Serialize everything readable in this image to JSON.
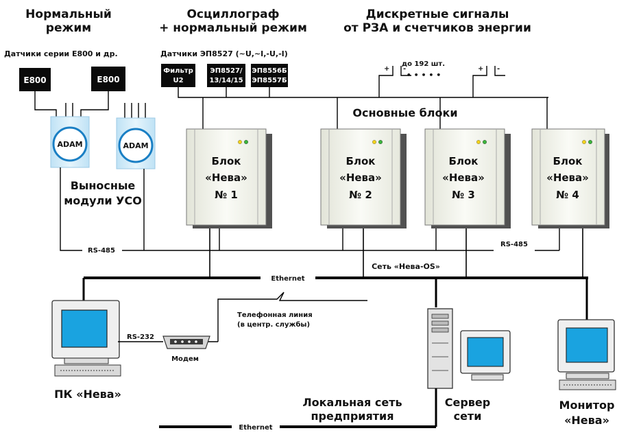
{
  "headers": {
    "normal_1": "Нормальный",
    "normal_2": "режим",
    "osc_1": "Осциллограф",
    "osc_2": "+ нормальный режим",
    "disc_1": "Дискретные сигналы",
    "disc_2": "от РЗА и счетчиков энергии"
  },
  "sensors": {
    "e800_series": "Датчики серии  Е800  и  др.",
    "e800_left": "E800",
    "e800_right": "E800",
    "ep_label": "Датчики    ЭП8527  (~U,~I,-U,-I)",
    "filter_1": "Фильтр",
    "filter_2": "U2",
    "ep8527_1": "ЭП8527/",
    "ep8527_2": "13/14/15",
    "ep855_1": "ЭП8556Б",
    "ep855_2": "ЭП8557Б"
  },
  "discrete": {
    "count": "до 192 шт.",
    "dots": "• • • • •",
    "plus": "+",
    "minus": "-"
  },
  "main_blocks_label": "Основные блоки",
  "blocks": [
    {
      "line1": "Блок",
      "line2": "«Нева»",
      "line3": "№ 1"
    },
    {
      "line1": "Блок",
      "line2": "«Нева»",
      "line3": "№ 2"
    },
    {
      "line1": "Блок",
      "line2": "«Нева»",
      "line3": "№ 3"
    },
    {
      "line1": "Блок",
      "line2": "«Нева»",
      "line3": "№ 4"
    }
  ],
  "adam": {
    "label_1": "ADAM",
    "label_2": "ADAM"
  },
  "remote_modules_1": "Выносные",
  "remote_modules_2": "модули УСО",
  "rs485_left": "RS-485",
  "rs485_right": "RS-485",
  "network_label": "Сеть «Нева-OS»",
  "ethernet_top": "Ethernet",
  "ethernet_bottom": "Ethernet",
  "phone_1": "Телефонная линия",
  "phone_2": "(в центр. службы)",
  "rs232": "RS-232",
  "modem": "Модем",
  "pc_label": "ПК «Нева»",
  "lan_1": "Локальная сеть",
  "lan_2": "предприятия",
  "server_1": "Сервер",
  "server_2": "сети",
  "monitor_1": "Монитор",
  "monitor_2": "«Нева»",
  "colors": {
    "screen": "#1aa3e0",
    "adam_fill": "#cfe9f7",
    "adam_ring": "#1a7fc4",
    "block_fill": "#f4f5ef",
    "led_yellow": "#f2d21a",
    "led_green": "#3bb53b"
  }
}
